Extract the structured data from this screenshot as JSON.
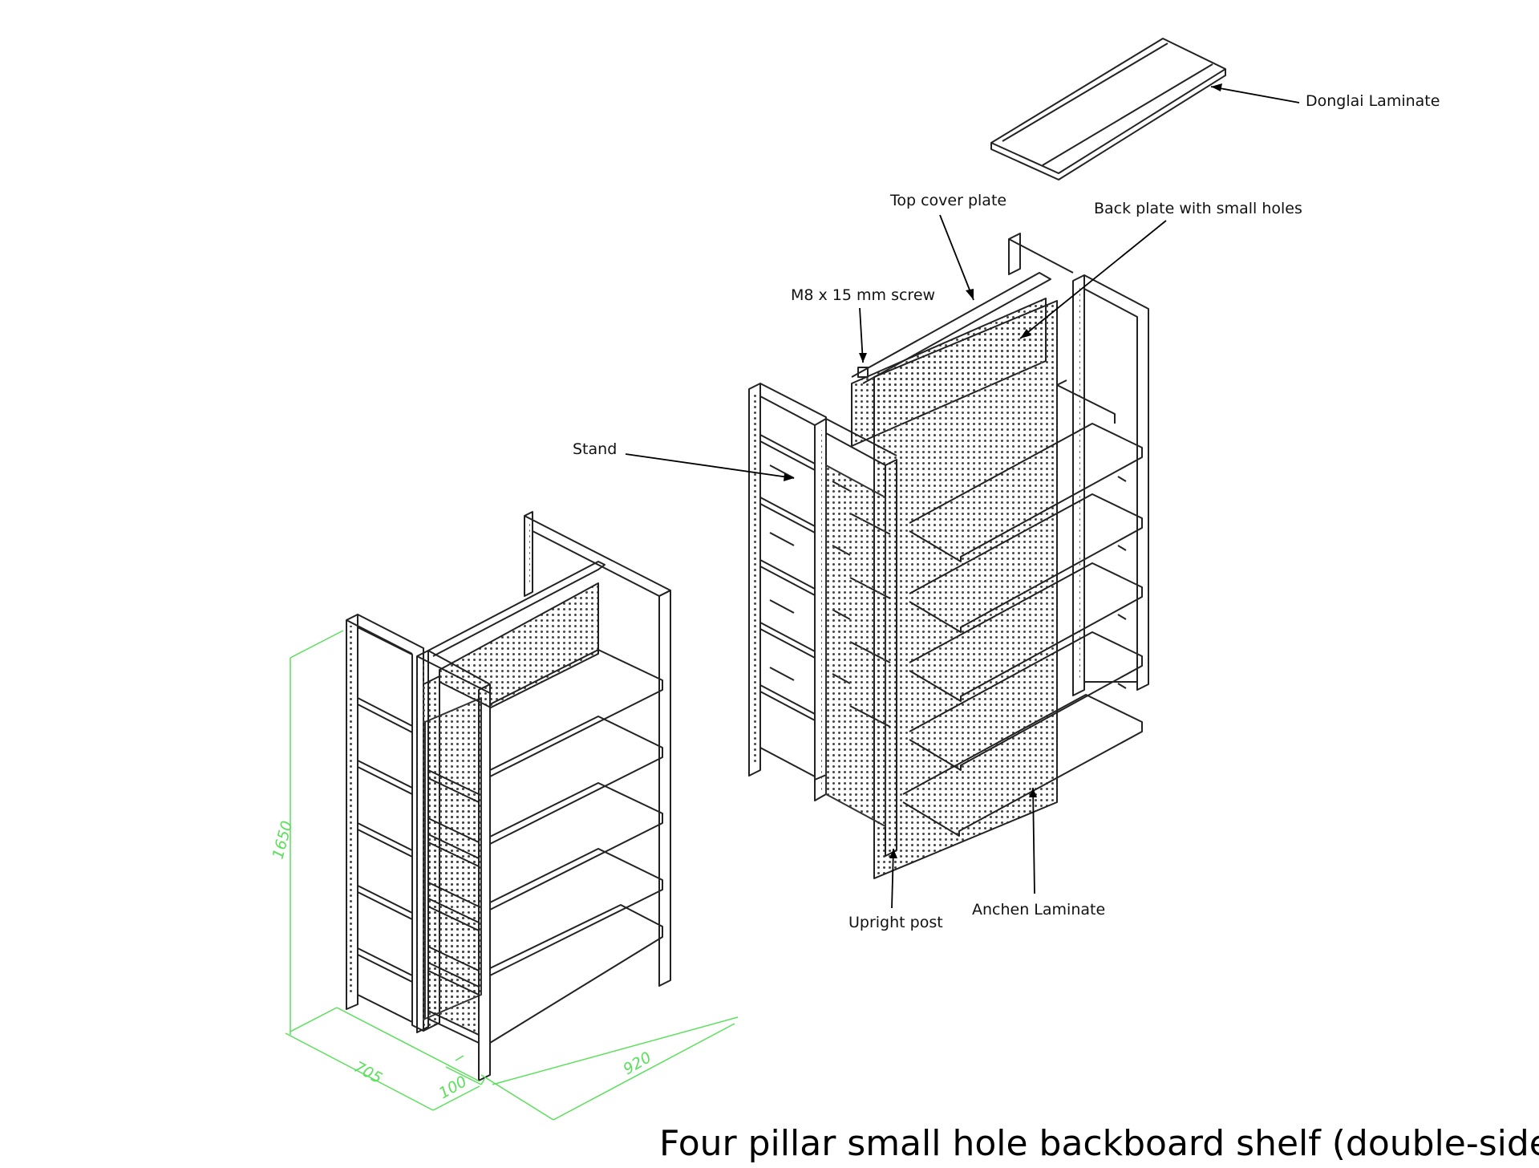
{
  "title": "Four pillar small hole backboard shelf (double-sided)",
  "labels": {
    "donglai": "Donglai Laminate",
    "top_cover": "Top cover plate",
    "back_plate": "Back plate with small holes",
    "screw": "M8 x 15 mm screw",
    "stand": "Stand",
    "upright": "Upright post",
    "anchen": "Anchen Laminate"
  },
  "dimensions": {
    "height": "1650",
    "depth": "705",
    "gap": "100",
    "width": "920"
  },
  "colors": {
    "line": "#222222",
    "dimension": "#5ae05a",
    "mesh": "#555555"
  }
}
